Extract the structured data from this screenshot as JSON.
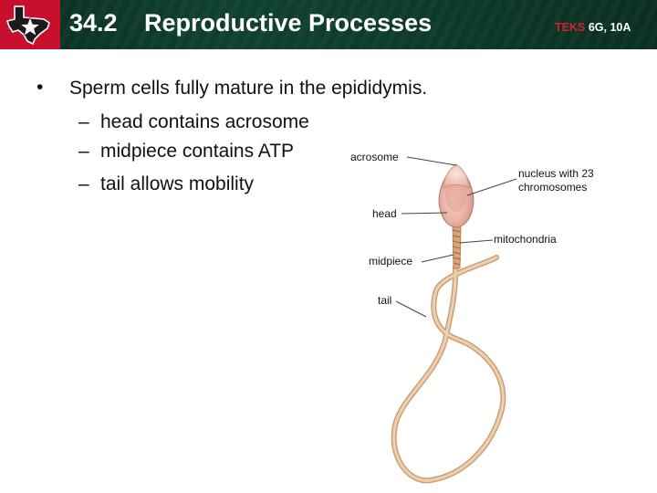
{
  "header": {
    "section_number": "34.2",
    "title": "Reproductive Processes",
    "teks_label": "TEKS",
    "teks_codes": "6G, 10A",
    "logo_icon": "texas-star-icon",
    "accent_color": "#c8102e",
    "bar_color": "#0f4330"
  },
  "content": {
    "bullet": "Sperm cells fully mature in the epididymis.",
    "sub_points": [
      "head contains acrosome",
      "midpiece contains ATP",
      "tail allows mobility"
    ]
  },
  "diagram": {
    "labels": {
      "acrosome": "acrosome",
      "nucleus_line1": "nucleus with 23",
      "nucleus_line2": "chromosomes",
      "head": "head",
      "mitochondria": "mitochondria",
      "midpiece": "midpiece",
      "tail": "tail"
    }
  }
}
